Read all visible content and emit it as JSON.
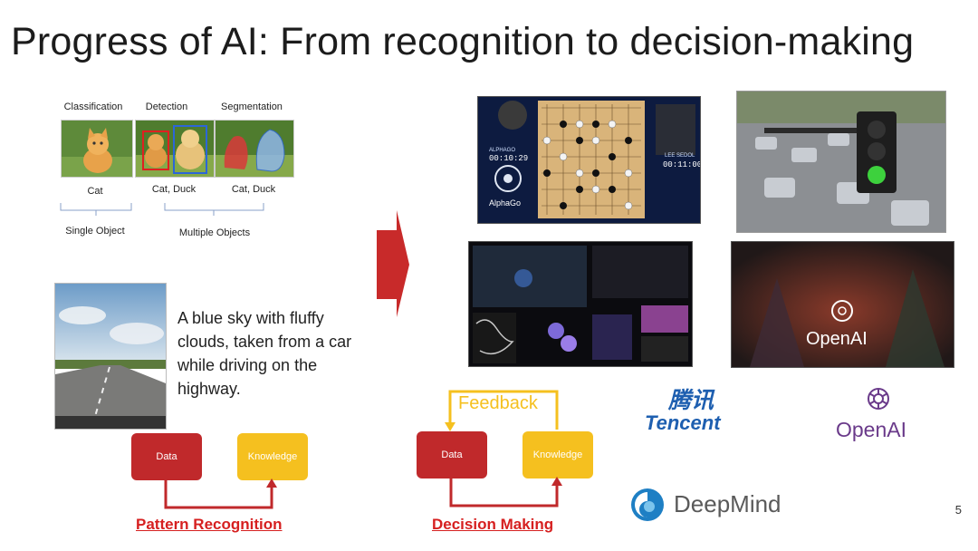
{
  "title": "Progress of AI: From recognition to decision-making",
  "cv_tasks": {
    "headers": [
      "Classification",
      "Detection",
      "Segmentation"
    ],
    "results": [
      "Cat",
      "Cat, Duck",
      "Cat, Duck"
    ],
    "groups": [
      "Single Object",
      "Multiple Objects"
    ]
  },
  "image_caption": {
    "text": "A blue sky with fluffy clouds, taken from a car while driving on the highway."
  },
  "recognition_flow": {
    "data_label": "Data",
    "knowledge_label": "Knowledge",
    "name": "Pattern Recognition"
  },
  "decision_flow": {
    "data_label": "Data",
    "knowledge_label": "Knowledge",
    "feedback_label": "Feedback",
    "name": "Decision Making"
  },
  "alphago": {
    "player1_name": "ALPHAGO",
    "player1_time": "00:10:29",
    "player2_name": "LEE SEDOL",
    "player2_time": "00:11:00",
    "logo_text": "AlphaGo"
  },
  "dota": {
    "overlay_text": "OpenAI"
  },
  "logos": {
    "tencent_cn": "腾讯",
    "tencent_en": "Tencent",
    "openai": "OpenAI",
    "deepmind": "DeepMind"
  },
  "slide_number": "5"
}
